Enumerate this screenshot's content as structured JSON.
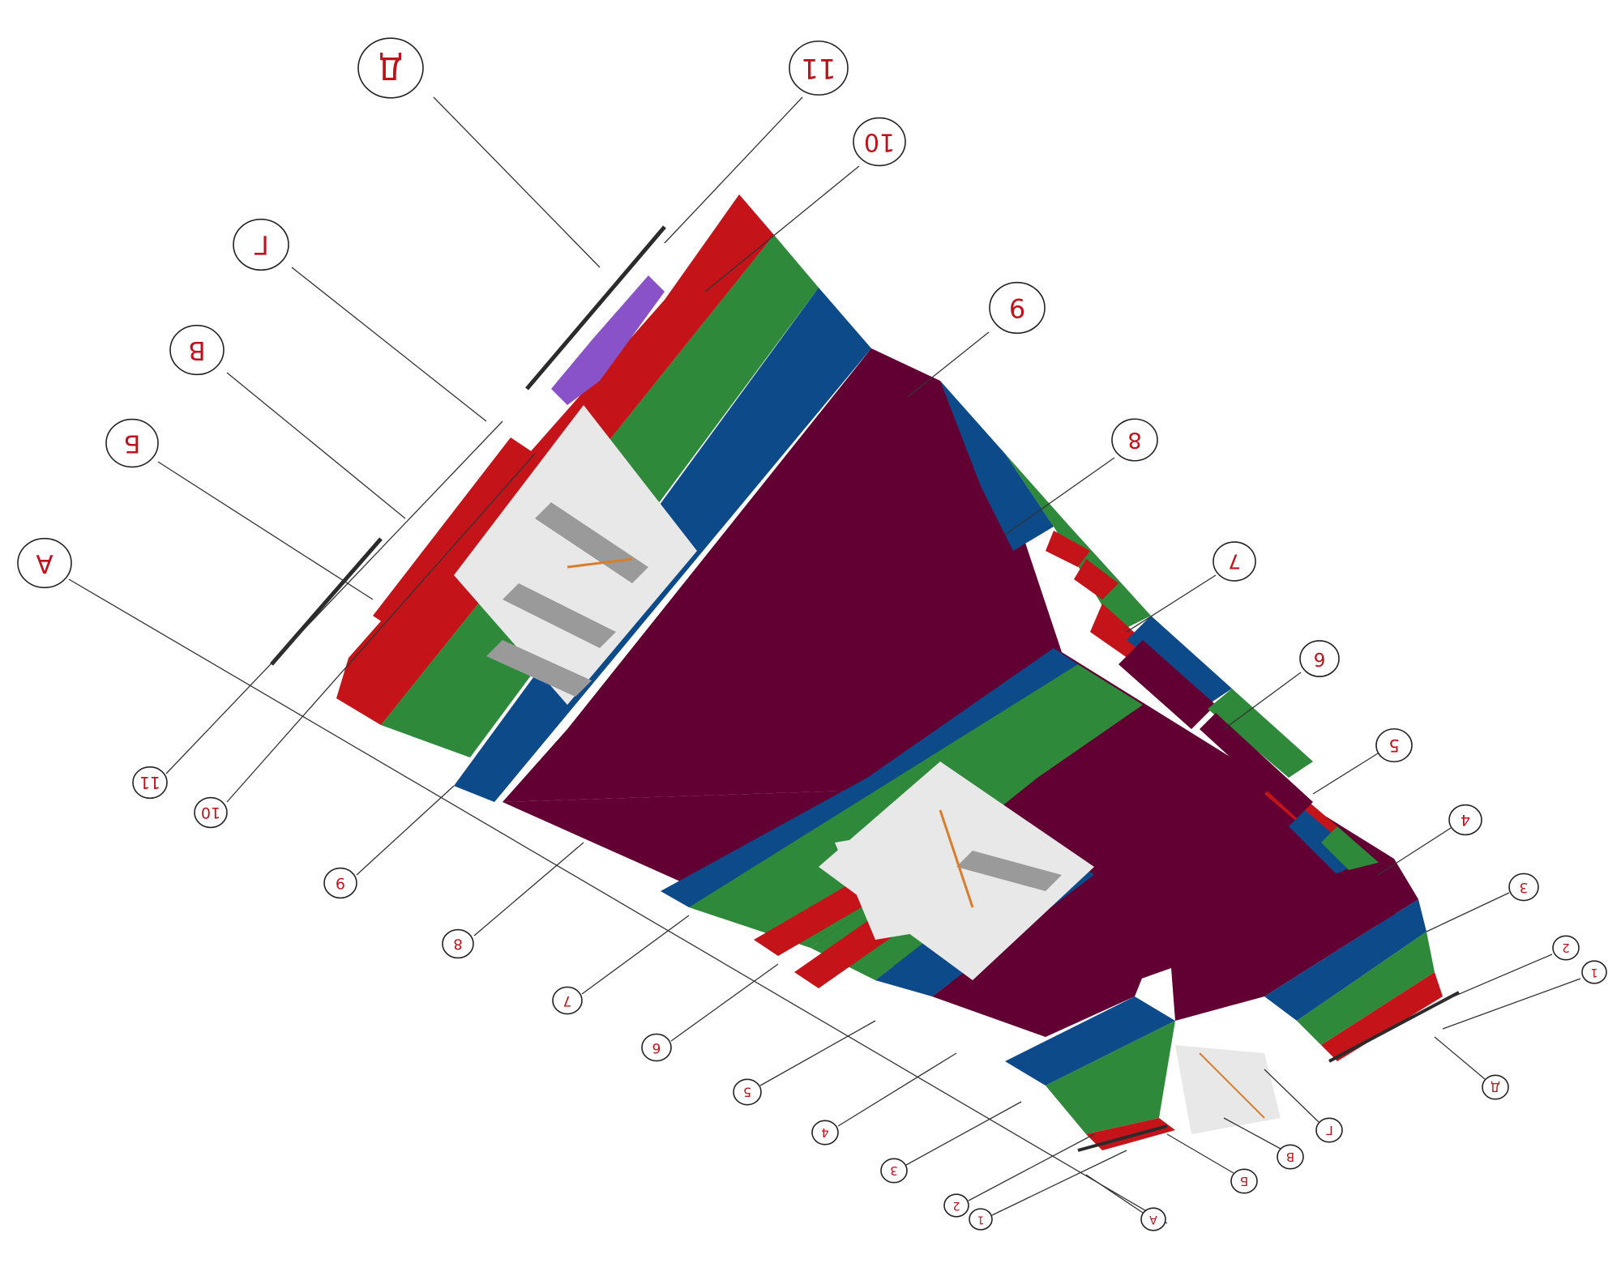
{
  "view": {
    "type": "isometric-floor-slab-axonometry",
    "colors": {
      "red": "#c4141a",
      "green": "#2e8a3a",
      "blue": "#0d4a8a",
      "maroon": "#620034",
      "purple": "#8a52c8",
      "stair": "#e8e8e8",
      "stair_shadow": "#9a9a9a",
      "rail_orange": "#d87d2c",
      "line": "#333333",
      "bubble_text": "#c0121a"
    }
  },
  "axes": {
    "letters": [
      "А",
      "Б",
      "В",
      "Г",
      "Д"
    ],
    "numbers": [
      "1",
      "2",
      "3",
      "4",
      "5",
      "6",
      "7",
      "8",
      "9",
      "10",
      "11"
    ]
  },
  "bubbles": [
    {
      "id": "large-D",
      "text": "Д",
      "group": "letters",
      "size": "large"
    },
    {
      "id": "large-11",
      "text": "11",
      "group": "numbers",
      "size": "large"
    },
    {
      "id": "large-10",
      "text": "10",
      "group": "numbers",
      "size": "large"
    },
    {
      "id": "large-G",
      "text": "Г",
      "group": "letters",
      "size": "large"
    },
    {
      "id": "large-V",
      "text": "В",
      "group": "letters",
      "size": "large"
    },
    {
      "id": "large-B",
      "text": "Б",
      "group": "letters",
      "size": "large"
    },
    {
      "id": "large-A",
      "text": "А",
      "group": "letters",
      "size": "large"
    },
    {
      "id": "large-9",
      "text": "9",
      "group": "numbers",
      "size": "large"
    },
    {
      "id": "large-8",
      "text": "8",
      "group": "numbers",
      "size": "large"
    },
    {
      "id": "large-7",
      "text": "7",
      "group": "numbers",
      "size": "large"
    },
    {
      "id": "large-6",
      "text": "6",
      "group": "numbers",
      "size": "large"
    },
    {
      "id": "large-5",
      "text": "5",
      "group": "numbers",
      "size": "medium"
    },
    {
      "id": "large-4",
      "text": "4",
      "group": "numbers",
      "size": "medium"
    },
    {
      "id": "large-3",
      "text": "3",
      "group": "numbers",
      "size": "medium"
    },
    {
      "id": "large-2",
      "text": "2",
      "group": "numbers",
      "size": "small"
    },
    {
      "id": "large-1",
      "text": "1",
      "group": "numbers",
      "size": "small"
    },
    {
      "id": "small-11",
      "text": "11",
      "group": "numbers",
      "size": "small"
    },
    {
      "id": "small-10",
      "text": "10",
      "group": "numbers",
      "size": "small"
    },
    {
      "id": "small-9",
      "text": "9",
      "group": "numbers",
      "size": "small"
    },
    {
      "id": "small-8",
      "text": "8",
      "group": "numbers",
      "size": "small"
    },
    {
      "id": "small-7",
      "text": "7",
      "group": "numbers",
      "size": "small"
    },
    {
      "id": "small-6",
      "text": "6",
      "group": "numbers",
      "size": "small"
    },
    {
      "id": "small-5",
      "text": "5",
      "group": "numbers",
      "size": "small"
    },
    {
      "id": "small-4",
      "text": "4",
      "group": "numbers",
      "size": "small"
    },
    {
      "id": "small-3",
      "text": "3",
      "group": "numbers",
      "size": "small"
    },
    {
      "id": "small-2",
      "text": "2",
      "group": "numbers",
      "size": "small"
    },
    {
      "id": "small-1",
      "text": "1",
      "group": "numbers",
      "size": "small"
    },
    {
      "id": "small-D",
      "text": "Д",
      "group": "letters",
      "size": "small"
    },
    {
      "id": "small-G",
      "text": "Г",
      "group": "letters",
      "size": "small"
    },
    {
      "id": "small-V",
      "text": "В",
      "group": "letters",
      "size": "small"
    },
    {
      "id": "small-B",
      "text": "Б",
      "group": "letters",
      "size": "small"
    },
    {
      "id": "small-A",
      "text": "А",
      "group": "letters",
      "size": "small"
    }
  ]
}
